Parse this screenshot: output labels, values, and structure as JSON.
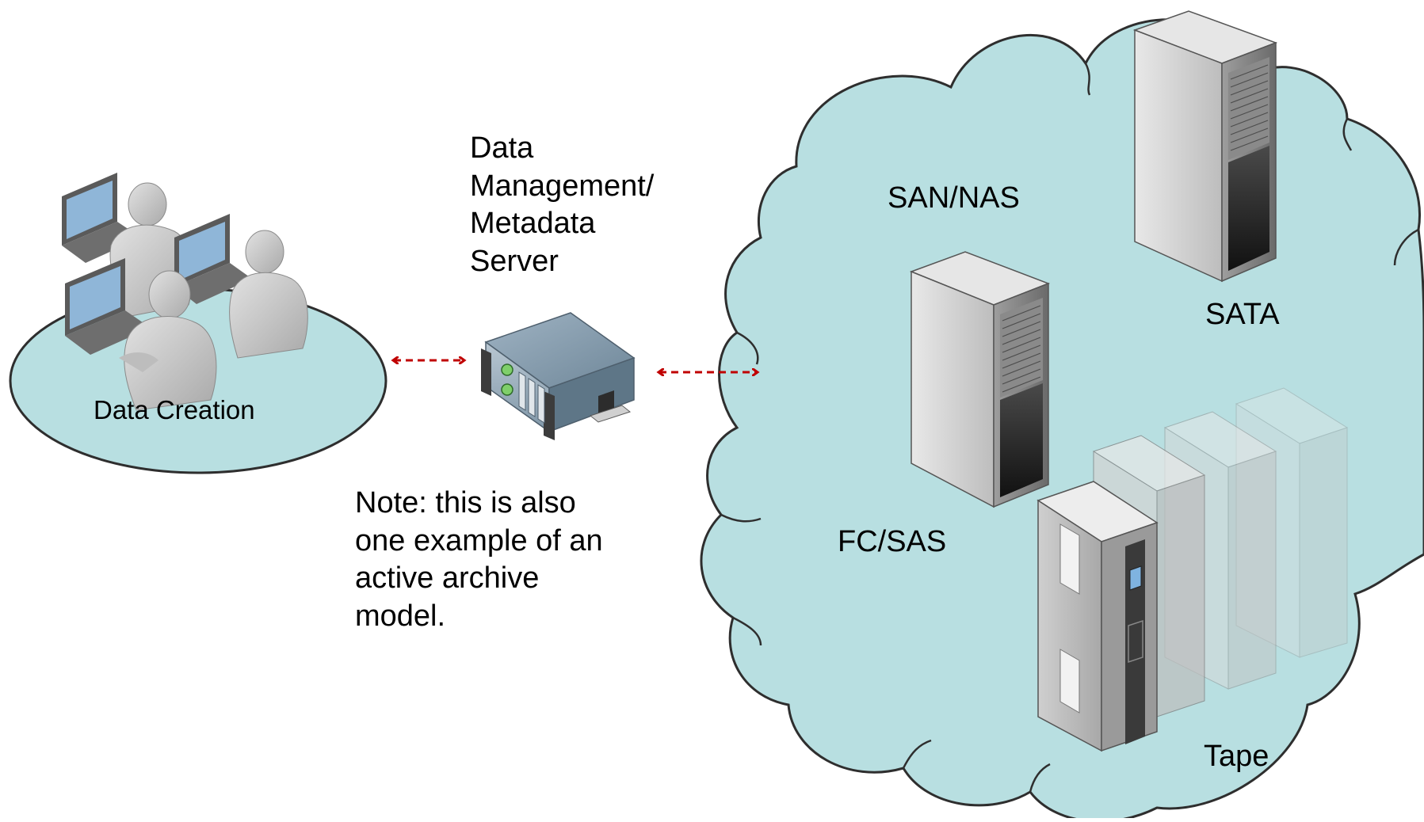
{
  "labels": {
    "data_creation": "Data Creation",
    "server_lines": [
      "Data",
      "Management/",
      "Metadata",
      "Server"
    ],
    "note_lines": [
      "Note: this is also",
      "one example of an",
      "active archive",
      "model."
    ],
    "san_nas": "SAN/NAS",
    "sata": "SATA",
    "fc_sas": "FC/SAS",
    "tape": "Tape"
  },
  "colors": {
    "cloud_fill": "#b8dfe1",
    "cloud_stroke": "#2e2e2e",
    "ellipse_fill": "#b8dfe1",
    "arrow": "#c00000",
    "rack_body": "#d4d4d4",
    "person": "#c9c9c9",
    "laptop_screen": "#8fb6d8"
  },
  "icons": {
    "users": "users-with-laptops-icon",
    "server": "server-icon",
    "rack": "storage-rack-icon",
    "tape": "tape-library-icon"
  }
}
